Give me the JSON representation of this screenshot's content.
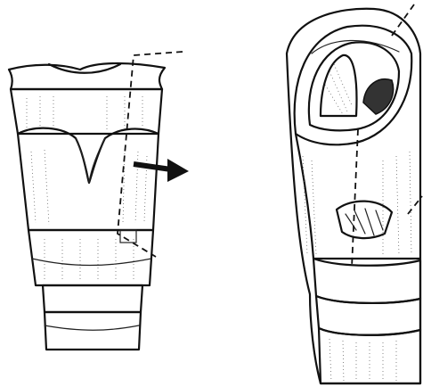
{
  "figure": {
    "panels": [
      {
        "id": "left",
        "subject": "larynx-anterior-view-with-section-plane"
      },
      {
        "id": "right",
        "subject": "larynx-sectioned-oblique-view"
      }
    ],
    "arrow_direction": "right",
    "colors": {
      "ink": "#111111",
      "paper": "#ffffff",
      "stipple": "#555555"
    }
  }
}
